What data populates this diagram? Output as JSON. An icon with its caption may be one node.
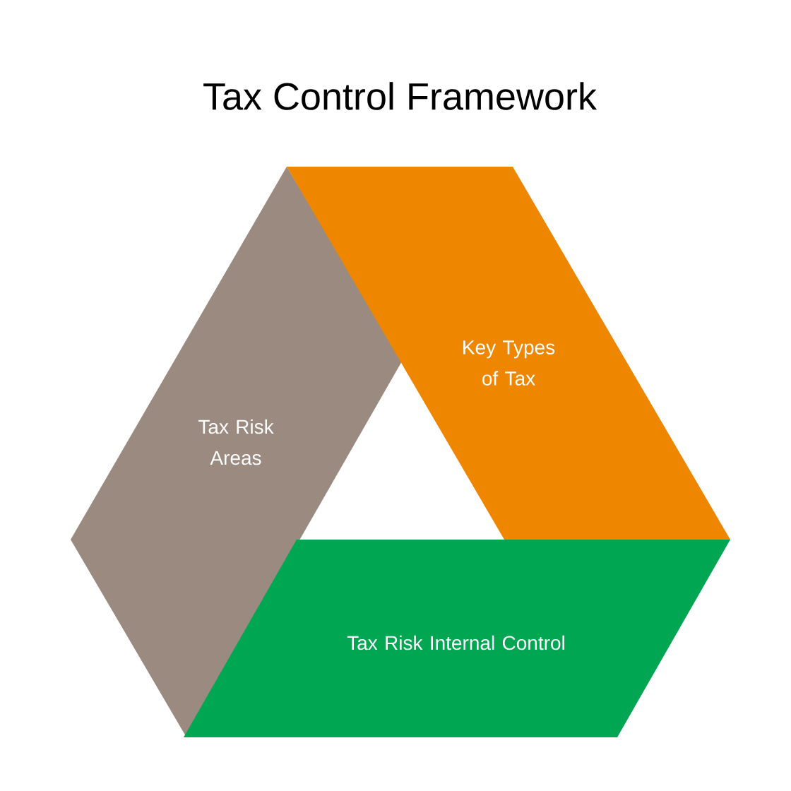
{
  "diagram": {
    "title": "Tax Control Framework",
    "nodes": [
      {
        "text": [
          "Tax Risk Areas"
        ]
      },
      {
        "text": [
          "Key Types of Tax"
        ]
      },
      {
        "text": [
          "Tax Risk Internal Control"
        ]
      }
    ]
  }
}
